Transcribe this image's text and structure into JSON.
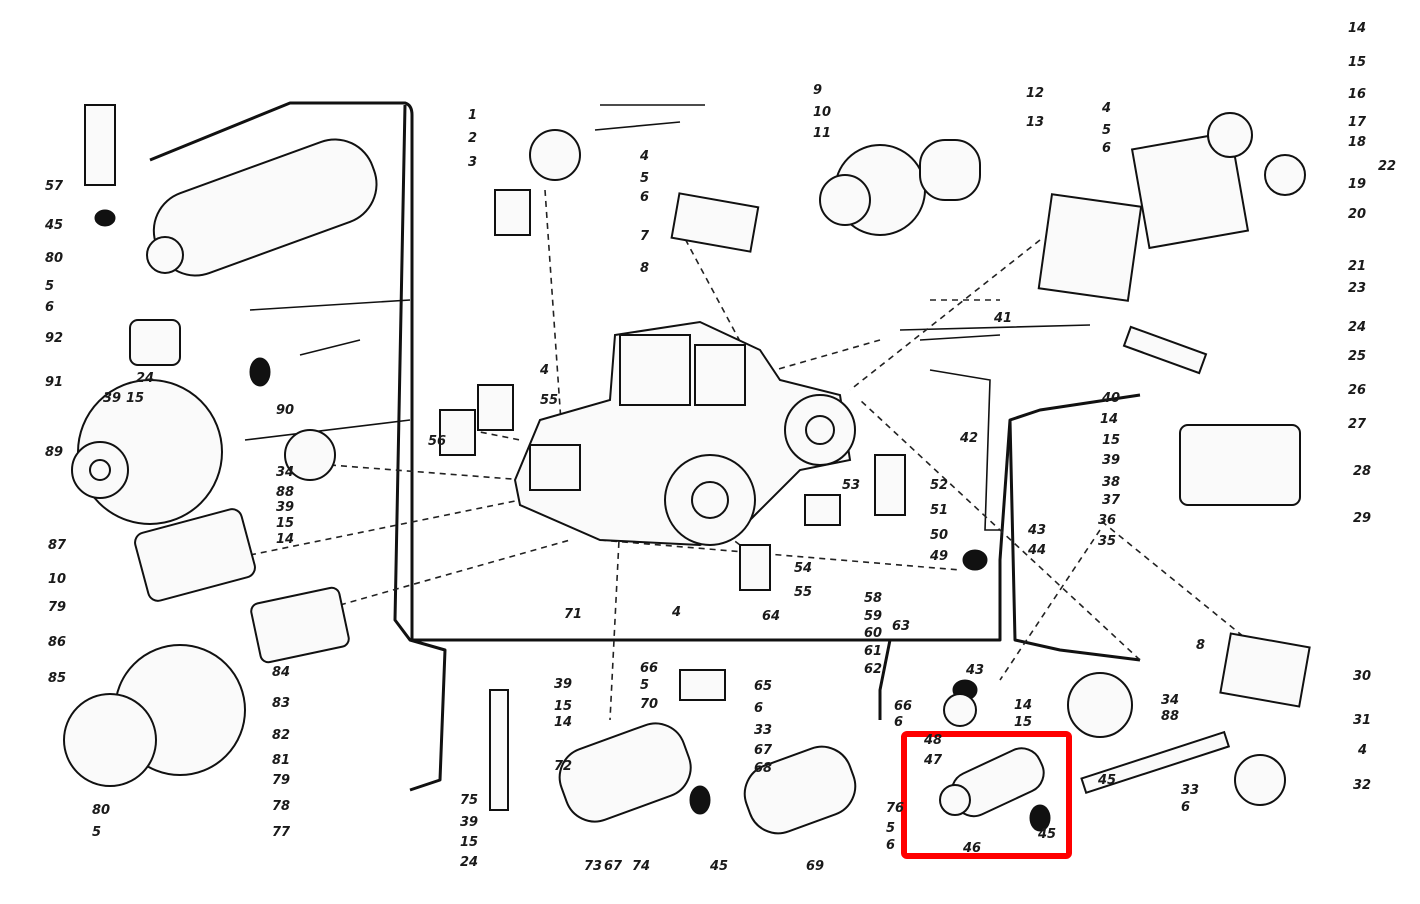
{
  "diagram": {
    "title": "Tractor electrical equipment exploded view",
    "highlight_color": "#ff0000",
    "callouts": [
      "57",
      "45",
      "80",
      "5",
      "6",
      "92",
      "91",
      "39",
      "15",
      "24",
      "89",
      "90",
      "34",
      "88",
      "39",
      "15",
      "14",
      "87",
      "10",
      "79",
      "86",
      "85",
      "84",
      "83",
      "82",
      "81",
      "79",
      "78",
      "77",
      "80",
      "5",
      "1",
      "2",
      "3",
      "4",
      "5",
      "6",
      "7",
      "8",
      "4",
      "55",
      "56",
      "54",
      "55",
      "4",
      "53",
      "52",
      "51",
      "50",
      "49",
      "58",
      "59",
      "60",
      "63",
      "61",
      "62",
      "64",
      "66",
      "5",
      "70",
      "65",
      "6",
      "33",
      "67",
      "68",
      "66",
      "6",
      "71",
      "72",
      "73",
      "67",
      "74",
      "75",
      "39",
      "15",
      "24",
      "39",
      "15",
      "14",
      "45",
      "69",
      "9",
      "10",
      "11",
      "12",
      "13",
      "4",
      "5",
      "6",
      "14",
      "15",
      "16",
      "17",
      "18",
      "19",
      "20",
      "21",
      "22",
      "23",
      "24",
      "25",
      "26",
      "27",
      "28",
      "29",
      "41",
      "40",
      "42",
      "14",
      "15",
      "39",
      "38",
      "37",
      "36",
      "35",
      "43",
      "44",
      "30",
      "34",
      "88",
      "31",
      "4",
      "32",
      "33",
      "6",
      "8",
      "43",
      "48",
      "47",
      "14",
      "15",
      "45",
      "76",
      "5",
      "6",
      "46",
      "45"
    ]
  }
}
